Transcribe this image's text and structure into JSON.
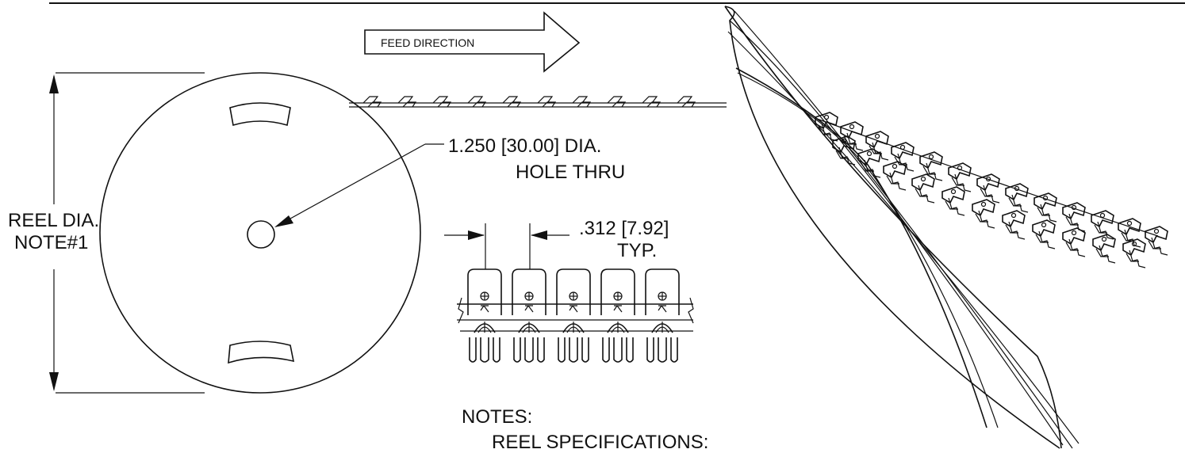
{
  "labels": {
    "feed_direction": "FEED DIRECTION",
    "hole_dim": "1.250 [30.00] DIA.",
    "hole_thru": "HOLE THRU",
    "pitch_dim": ".312 [7.92]",
    "pitch_typ": "TYP.",
    "reel_dia": "REEL DIA.",
    "reel_note": "NOTE#1",
    "notes_heading": "NOTES:",
    "reel_specs": "REEL SPECIFICATIONS:"
  },
  "colors": {
    "line": "#111111",
    "background": "#ffffff"
  }
}
